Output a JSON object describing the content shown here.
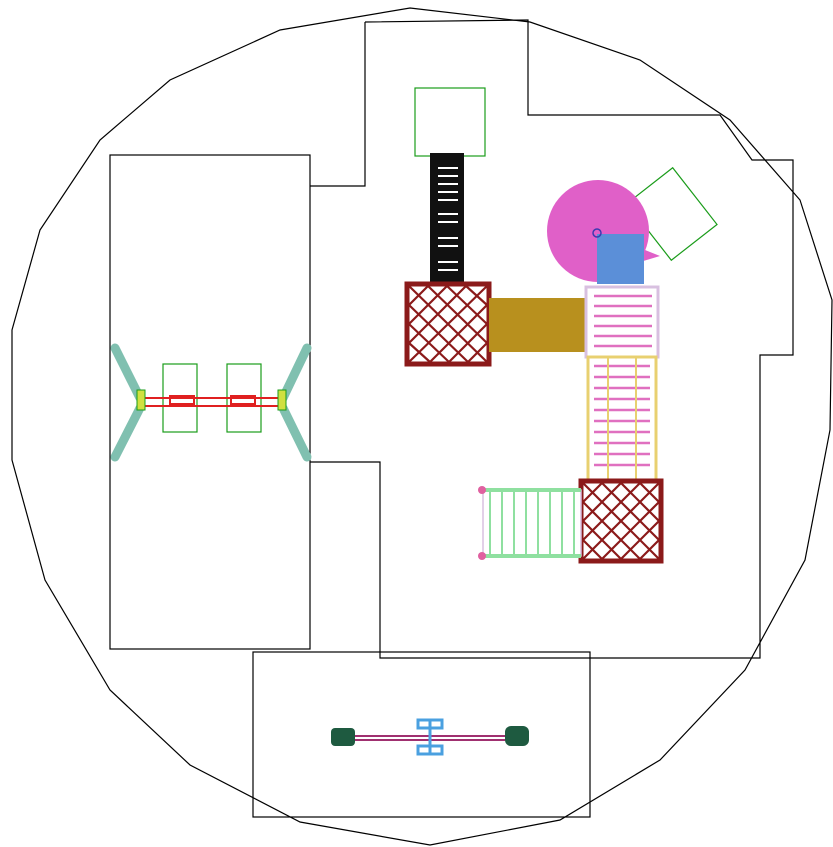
{
  "plan": {
    "background": "#ffffff",
    "colors": {
      "outline": "#000000",
      "use_zone": "#1a9c1a",
      "deck": "#8b1a1a",
      "bridge": "#b8901e",
      "ladder": "#111111",
      "climber": "#e070c0",
      "spinner": "#e060c8",
      "panel": "#5b8fd8",
      "slide_rails": "#8fe0a0",
      "swing_legs": "#80c0b0",
      "swing_beam": "#e02020",
      "seesaw_seat": "#1e5a40",
      "seesaw_pivot": "#4aa0e0"
    },
    "components": [
      {
        "name": "swing-set",
        "icon": "swing-icon"
      },
      {
        "name": "ladder",
        "icon": "ladder-icon"
      },
      {
        "name": "upper-deck",
        "icon": "deck-icon"
      },
      {
        "name": "bridge",
        "icon": "bridge-icon"
      },
      {
        "name": "spinner",
        "icon": "spinner-icon"
      },
      {
        "name": "panel",
        "icon": "panel-icon"
      },
      {
        "name": "stair-climber",
        "icon": "climber-icon"
      },
      {
        "name": "lower-deck",
        "icon": "deck-icon"
      },
      {
        "name": "slide",
        "icon": "slide-icon"
      },
      {
        "name": "seesaw",
        "icon": "seesaw-icon"
      }
    ]
  }
}
